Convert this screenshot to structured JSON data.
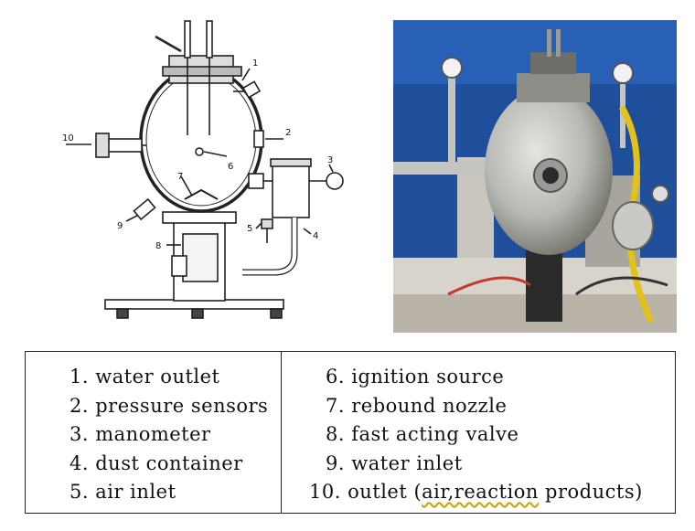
{
  "diagram": {
    "callouts": [
      "1",
      "2",
      "3",
      "4",
      "5",
      "6",
      "7",
      "8",
      "9",
      "10"
    ]
  },
  "legend": {
    "left": [
      {
        "num": "1.",
        "text": "water outlet"
      },
      {
        "num": "2.",
        "text": "pressure sensors"
      },
      {
        "num": "3.",
        "text": "manometer"
      },
      {
        "num": "4.",
        "text": "dust container"
      },
      {
        "num": "5.",
        "text": "air inlet"
      }
    ],
    "right": [
      {
        "num": "6.",
        "text": "ignition source"
      },
      {
        "num": "7.",
        "text": "rebound nozzle"
      },
      {
        "num": "8.",
        "text": "fast acting valve"
      },
      {
        "num": "9.",
        "text": "water inlet"
      },
      {
        "num": "10.",
        "text": "outlet (",
        "underlined": "air,reaction",
        "tail": " products)"
      }
    ]
  },
  "colors": {
    "photo_background": "#1f4f9a",
    "vessel_metal": "#b8b8b4",
    "hose_yellow": "#e2c21a"
  }
}
